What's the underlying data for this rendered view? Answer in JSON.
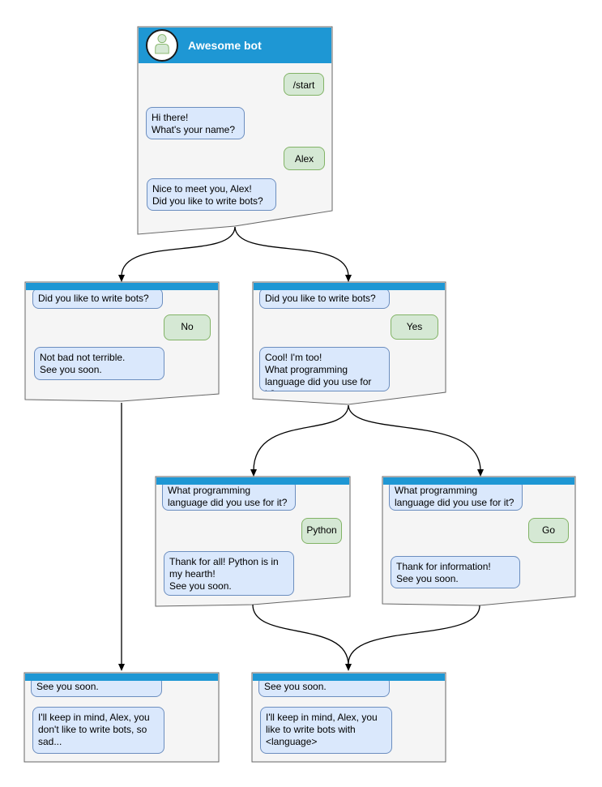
{
  "diagram_type": "chatbot-conversation-flowchart",
  "colors": {
    "header_blue": "#1e97d4",
    "window_fill": "#f5f5f5",
    "window_border": "#666666",
    "bot_bubble_fill": "#dae8fc",
    "bot_bubble_border": "#6c8ebf",
    "user_bubble_fill": "#d5e8d4",
    "user_bubble_border": "#82b366",
    "arrow": "#000000",
    "title_text": "#ffffff"
  },
  "windows": {
    "root": {
      "title": "Awesome bot",
      "avatar_icon": "person-icon",
      "messages": {
        "start": {
          "from": "user",
          "text": "/start"
        },
        "hi": {
          "from": "bot",
          "text": "Hi there!\nWhat's your name?"
        },
        "alex": {
          "from": "user",
          "text": "Alex"
        },
        "nice": {
          "from": "bot",
          "text": "Nice to meet you, Alex!\nDid you like to write bots?"
        }
      }
    },
    "branch_no": {
      "messages": {
        "question": {
          "from": "bot",
          "text": "Did you like to write bots?"
        },
        "answer": {
          "from": "user",
          "text": "No"
        },
        "reply": {
          "from": "bot",
          "text": "Not bad not terrible.\nSee you soon."
        }
      }
    },
    "branch_yes": {
      "messages": {
        "question": {
          "from": "bot",
          "text": "Did you like to write bots?"
        },
        "answer": {
          "from": "user",
          "text": "Yes"
        },
        "reply": {
          "from": "bot",
          "text": "Cool! I'm too!\nWhat programming\nlanguage did you use for it?"
        }
      }
    },
    "branch_python": {
      "messages": {
        "question": {
          "from": "bot",
          "text": "What programming\nlanguage did you use for it?"
        },
        "answer": {
          "from": "user",
          "text": "Python"
        },
        "reply": {
          "from": "bot",
          "text": "Thank for all! Python is in\nmy hearth!\nSee you soon."
        }
      }
    },
    "branch_go": {
      "messages": {
        "question": {
          "from": "bot",
          "text": "What programming\nlanguage did you use for it?"
        },
        "answer": {
          "from": "user",
          "text": "Go"
        },
        "reply": {
          "from": "bot",
          "text": "Thank for information!\nSee you soon."
        }
      }
    },
    "end_no": {
      "messages": {
        "question": {
          "from": "bot",
          "text": "See you soon."
        },
        "reply": {
          "from": "bot",
          "text": "I'll keep in mind, Alex, you\ndon't like to write bots, so\nsad..."
        }
      }
    },
    "end_yes": {
      "messages": {
        "question": {
          "from": "bot",
          "text": "See you soon."
        },
        "reply": {
          "from": "bot",
          "text": "I'll keep in mind, Alex, you\nlike to write bots with\n<language>"
        }
      }
    }
  }
}
